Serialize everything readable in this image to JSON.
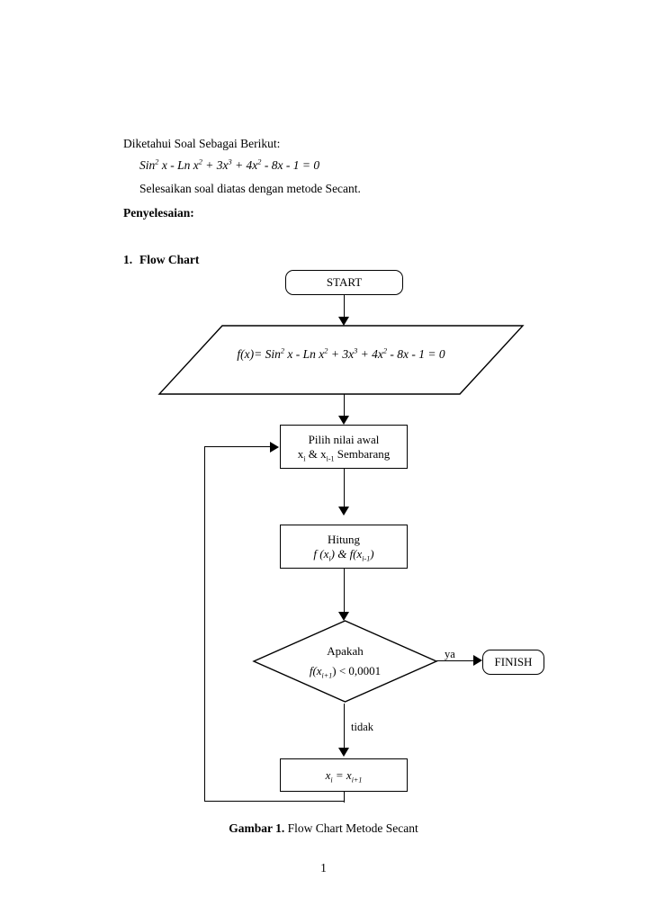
{
  "document": {
    "page_number": "1",
    "intro_heading": "Diketahui Soal Sebagai Berikut:",
    "equation": {
      "prefix": "Sin",
      "sup1": "2",
      "mid": " x - Ln x",
      "sup2": "2",
      "mid2": " + 3x",
      "sup3": "3",
      "mid3": " + 4x",
      "sup4": "2",
      "tail": " - 8x - 1 = 0",
      "plain": "Sin2 x - Ln x2 + 3x3 + 4x2 - 8x - 1 = 0"
    },
    "instruction": "Selesaikan soal diatas dengan metode Secant.",
    "solution_heading": "Penyelesaian:",
    "section_number": "1.",
    "section_title": "Flow Chart",
    "figure_caption_bold": "Gambar 1.",
    "figure_caption_rest": " Flow Chart Metode Secant"
  },
  "flowchart": {
    "nodes": {
      "start": {
        "label": "START",
        "shape": "terminator"
      },
      "input": {
        "shape": "parallelogram",
        "prefix": "f(x)= Sin",
        "sup1": "2",
        "mid": " x - Ln x",
        "sup2": "2",
        "mid2": " + 3x",
        "sup3": "3",
        "mid3": " + 4x",
        "sup4": "2",
        "tail": " - 8x - 1 = 0"
      },
      "init": {
        "shape": "process",
        "line1": "Pilih nilai awal",
        "line2_a": "x",
        "line2_sub_a": "i",
        "line2_b": " & x",
        "line2_sub_b": "i-1",
        "line2_c": " Sembarang"
      },
      "compute": {
        "shape": "process",
        "line1": "Hitung",
        "line2_a": "f (x",
        "line2_sub_a": "i",
        "line2_b": ") & f(x",
        "line2_sub_b": "i-1",
        "line2_c": ")"
      },
      "decision": {
        "shape": "diamond",
        "line1": "Apakah",
        "line2_a": "f(x",
        "line2_sub_a": "i+1",
        "line2_b": ") < 0,0001"
      },
      "update": {
        "shape": "process",
        "line_a": "x",
        "line_sub_a": "i",
        "line_b": " = x",
        "line_sub_b": "i+1"
      },
      "finish": {
        "label": "FINISH",
        "shape": "terminator"
      }
    },
    "edge_labels": {
      "yes": "ya",
      "no": "tidak"
    },
    "colors": {
      "stroke": "#000000",
      "fill": "#ffffff",
      "text": "#000000"
    }
  }
}
